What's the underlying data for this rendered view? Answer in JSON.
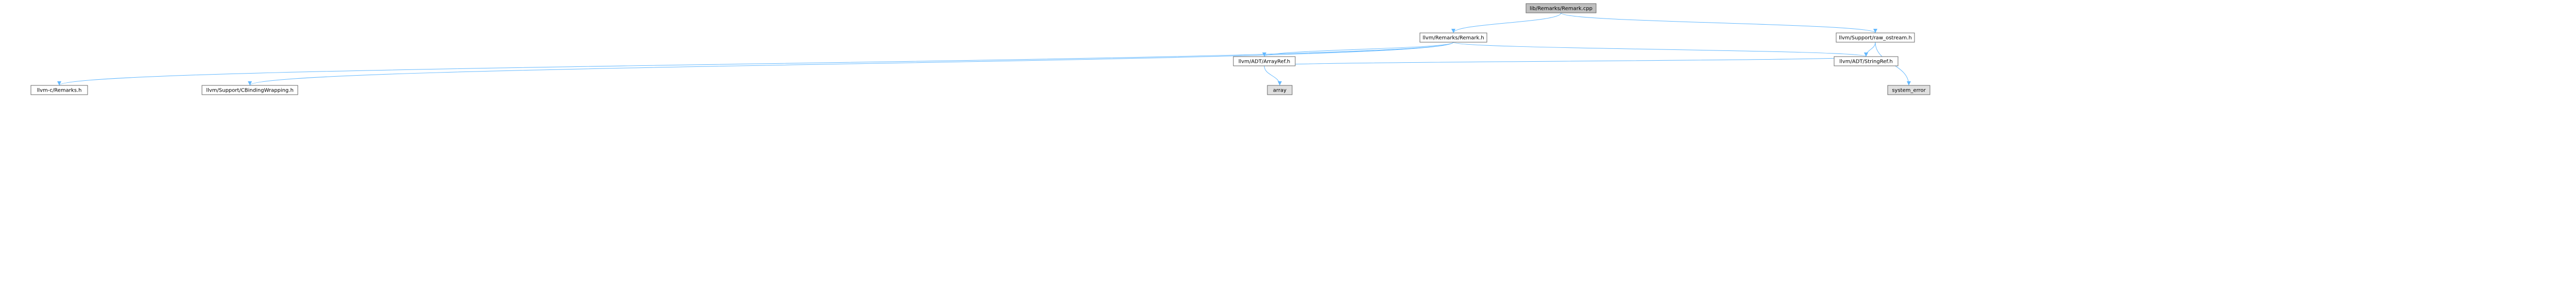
{
  "graph": {
    "type": "include-dependency-graph",
    "colors": {
      "root_fill": "#bfbfbf",
      "node_fill": "#ffffff",
      "external_fill": "#e0e0e0",
      "border": "#666666",
      "edge": "#63b8ff"
    },
    "nodes": {
      "root": {
        "label": "lib/Remarks/Remark.cpp",
        "kind": "root"
      },
      "remark_h": {
        "label": "llvm/Remarks/Remark.h",
        "kind": "internal"
      },
      "raw_ostream": {
        "label": "llvm/Support/raw_ostream.h",
        "kind": "internal"
      },
      "c_remarks": {
        "label": "llvm-c/Remarks.h",
        "kind": "internal"
      },
      "cbinding": {
        "label": "llvm/Support/CBindingWrapping.h",
        "kind": "internal"
      },
      "arrayref": {
        "label": "llvm/ADT/ArrayRef.h",
        "kind": "internal"
      },
      "stringref": {
        "label": "llvm/ADT/StringRef.h",
        "kind": "internal"
      },
      "system_error": {
        "label": "system_error",
        "kind": "external"
      },
      "array": {
        "label": "array",
        "kind": "external"
      }
    },
    "edges": [
      [
        "root",
        "remark_h"
      ],
      [
        "root",
        "raw_ostream"
      ],
      [
        "remark_h",
        "c_remarks"
      ],
      [
        "remark_h",
        "cbinding"
      ],
      [
        "remark_h",
        "arrayref"
      ],
      [
        "remark_h",
        "stringref"
      ],
      [
        "raw_ostream",
        "stringref"
      ],
      [
        "raw_ostream",
        "system_error"
      ],
      [
        "arrayref",
        "array"
      ],
      [
        "arrayref",
        "stringref"
      ]
    ]
  }
}
